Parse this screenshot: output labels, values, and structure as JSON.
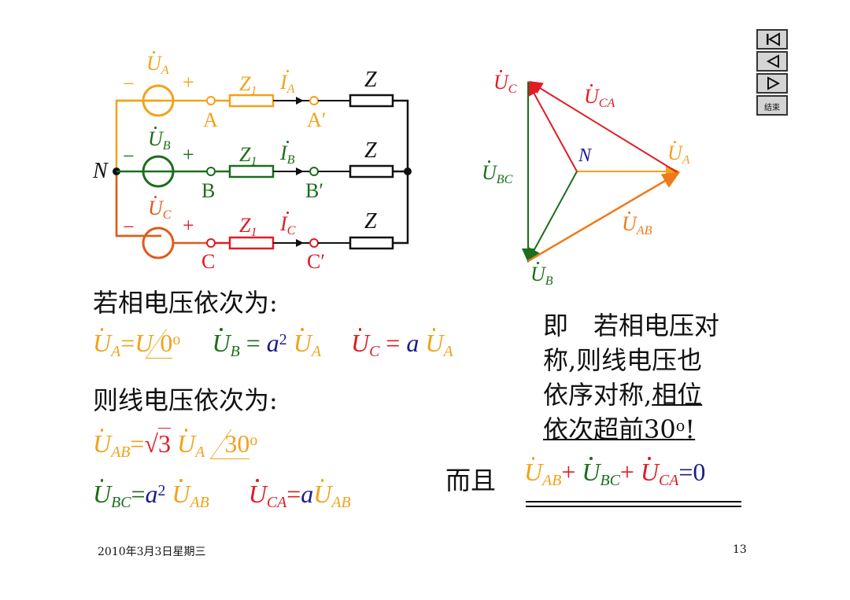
{
  "circuit": {
    "source_a": "U",
    "source_a_sub": "A",
    "source_b": "U",
    "source_b_sub": "B",
    "source_c": "U",
    "source_c_sub": "C",
    "minus": "−",
    "plus": "+",
    "z1": "Z",
    "z1_sub": "1",
    "z": "Z",
    "cur": "I",
    "cur_a_sub": "A",
    "cur_b_sub": "B",
    "cur_c_sub": "C",
    "node_a": "A",
    "node_a2": "A′",
    "node_b": "B",
    "node_b2": "B′",
    "node_c": "C",
    "node_c2": "C′",
    "neutral": "N"
  },
  "phasor": {
    "uc": "U",
    "uc_sub": "C",
    "uca": "U",
    "uca_sub": "CA",
    "n": "N",
    "ua": "U",
    "ua_sub": "A",
    "ubc": "U",
    "ubc_sub": "BC",
    "uab": "U",
    "uab_sub": "AB",
    "ub": "U",
    "ub_sub": "B"
  },
  "text": {
    "phase_intro": "若相电压依次为:",
    "line_intro": "则线电压依次为:",
    "conclusion_1": "即　若相电压对",
    "conclusion_2": "称,则线电压也",
    "conclusion_3": "依序对称,",
    "conclusion_3u": "相位",
    "conclusion_4": "依次超前30",
    "conclusion_4sup": "o",
    "conclusion_4end": "!",
    "and_label": "而且"
  },
  "formulas": {
    "U": "U",
    "a": "a",
    "eq": "=",
    "plus": "+",
    "sub_a": "A",
    "sub_b": "B",
    "sub_c": "C",
    "sub_ab": "AB",
    "sub_bc": "BC",
    "sub_ca": "CA",
    "sq": "2",
    "angle0": "0",
    "angle30": "30",
    "deg": "o",
    "sqrt_sym": "√",
    "three": "3",
    "zero": "0"
  },
  "nav": {
    "end_label": "结束"
  },
  "footer": {
    "date": "2010年3月3日星期三",
    "page": "13"
  },
  "colors": {
    "a": "#f2a21b",
    "b": "#1b6e1b",
    "c": "#e01b24",
    "n": "#1c1c88"
  }
}
